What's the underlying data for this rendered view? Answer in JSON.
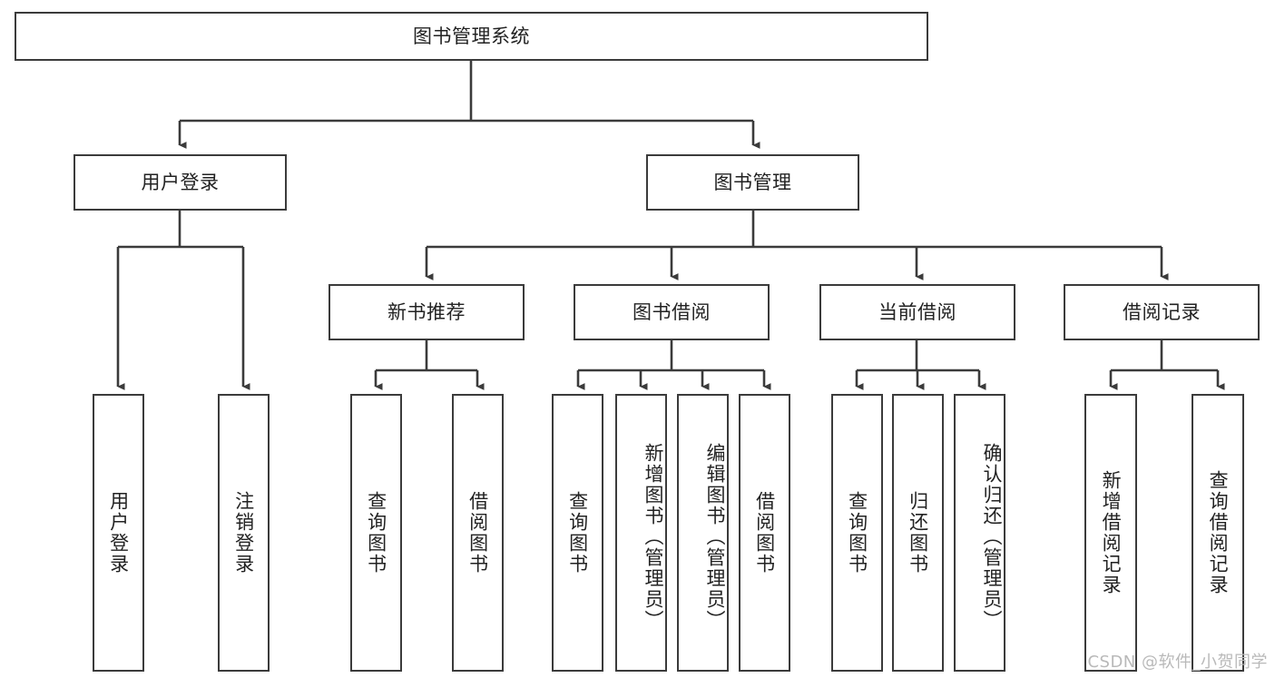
{
  "diagram": {
    "title": "图书管理系统",
    "type": "tree",
    "watermark": "CSDN @软件_小贺同学",
    "colors": {
      "node_border": "#3b3b3b",
      "node_fill": "#ffffff",
      "connector": "#3b3b3b",
      "text": "#222222",
      "watermark": "#b9b9b9",
      "background": "#ffffff"
    },
    "root": {
      "label": "图书管理系统"
    },
    "level2": [
      {
        "label": "用户登录"
      },
      {
        "label": "图书管理"
      }
    ],
    "level3": [
      {
        "label": "新书推荐"
      },
      {
        "label": "图书借阅"
      },
      {
        "label": "当前借阅"
      },
      {
        "label": "借阅记录"
      }
    ],
    "leaves": {
      "user_login": [
        {
          "label": "用户登录"
        },
        {
          "label": "注销登录"
        }
      ],
      "new_book": [
        {
          "label": "查询图书"
        },
        {
          "label": "借阅图书"
        }
      ],
      "book_borrow": [
        {
          "label": "查询图书"
        },
        {
          "label": "新增图书（管理员）"
        },
        {
          "label": "编辑图书（管理员）"
        },
        {
          "label": "借阅图书"
        }
      ],
      "current_borrow": [
        {
          "label": "查询图书"
        },
        {
          "label": "归还图书"
        },
        {
          "label": "确认归还（管理员）"
        }
      ],
      "borrow_record": [
        {
          "label": "新增借阅记录"
        },
        {
          "label": "查询借阅记录"
        }
      ]
    }
  }
}
